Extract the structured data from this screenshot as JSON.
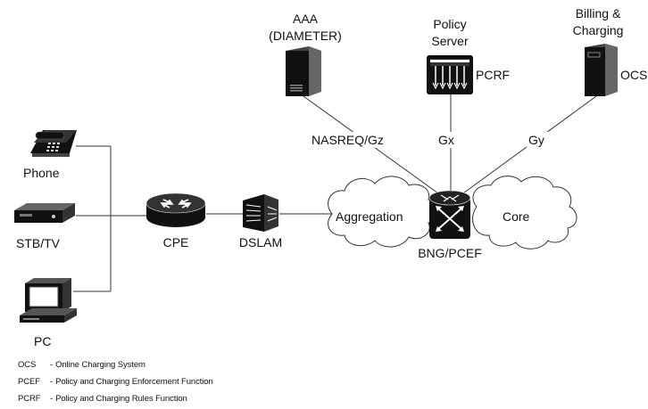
{
  "diagram": {
    "nodes": {
      "aaa": {
        "line1": "AAA",
        "line2": "(DIAMETER)",
        "icon": "server-tower-icon"
      },
      "policy_server": {
        "line1": "Policy",
        "line2": "Server",
        "side_label": "PCRF",
        "icon": "policy-server-icon"
      },
      "billing": {
        "line1": "Billing &",
        "line2": "Charging",
        "side_label": "OCS",
        "icon": "server-tower-icon"
      },
      "phone": {
        "label": "Phone",
        "icon": "telephone-icon"
      },
      "stb": {
        "label": "STB/TV",
        "icon": "set-top-box-icon"
      },
      "pc": {
        "label": "PC",
        "icon": "computer-icon"
      },
      "cpe": {
        "label": "CPE",
        "icon": "router-icon"
      },
      "dslam": {
        "label": "DSLAM",
        "icon": "dslam-icon"
      },
      "bng": {
        "label": "BNG/PCEF",
        "icon": "bng-router-icon"
      },
      "aggregation": {
        "label": "Aggregation",
        "icon": "cloud-icon"
      },
      "core": {
        "label": "Core",
        "icon": "cloud-icon"
      }
    },
    "interfaces": {
      "aaa_link": "NASREQ/Gz",
      "policy_link": "Gx",
      "billing_link": "Gy"
    }
  },
  "legend": [
    {
      "abbr": "OCS",
      "text": "Online Charging System"
    },
    {
      "abbr": "PCEF",
      "text": "Policy and Charging Enforcement Function"
    },
    {
      "abbr": "PCRF",
      "text": "Policy and Charging Rules Function"
    }
  ],
  "colors": {
    "line": "#333333",
    "device_fill": "#111111",
    "cloud_fill": "#ffffff"
  }
}
